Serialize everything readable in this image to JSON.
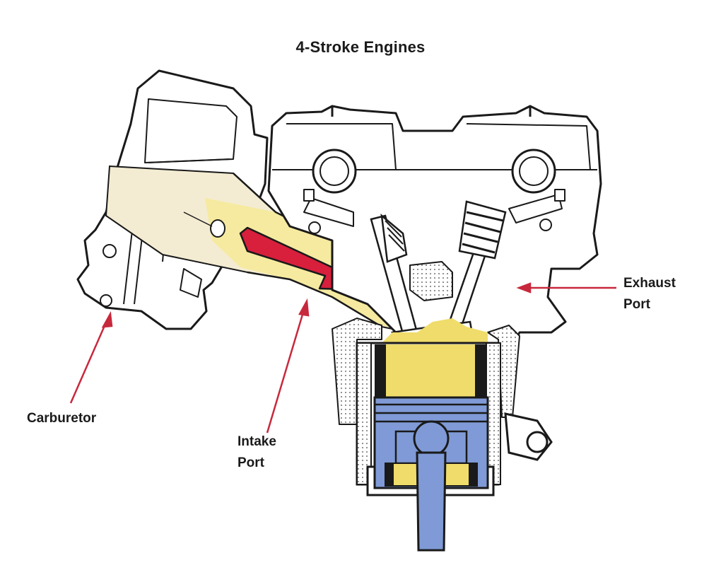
{
  "title": "4-Stroke Engines",
  "labels": {
    "carburetor": "Carburetor",
    "intake_line1": "Intake",
    "intake_line2": "Port",
    "exhaust_line1": "Exhaust",
    "exhaust_line2": "Port"
  },
  "colors": {
    "outline": "#1a1a1a",
    "intake_flow": "#f6eaa0",
    "intake_pale": "#f3ecd2",
    "cylinder_charge": "#efdc6a",
    "piston": "#7f9ad6",
    "arrow": "#d81f3c",
    "pointer": "#c8283c",
    "fill_white": "#ffffff"
  }
}
